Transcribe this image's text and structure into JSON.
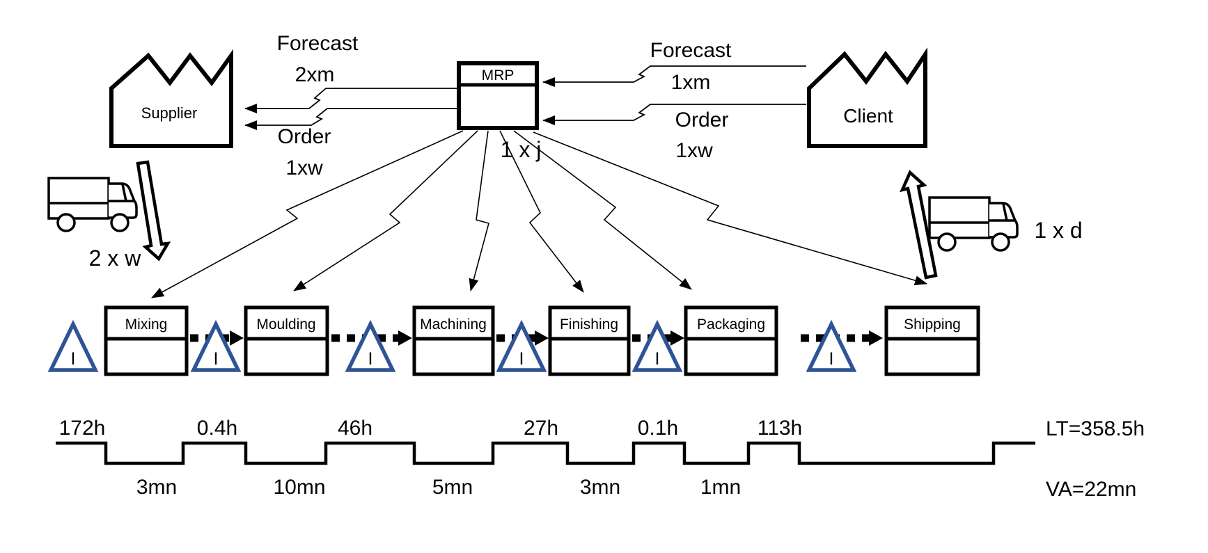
{
  "supplier": {
    "label": "Supplier"
  },
  "client": {
    "label": "Client"
  },
  "mrp": {
    "label": "MRP",
    "frequency": "1 x j"
  },
  "info": {
    "supplier_forecast_label": "Forecast",
    "supplier_forecast_freq": "2xm",
    "supplier_order_label": "Order",
    "supplier_order_freq": "1xw",
    "client_forecast_label": "Forecast",
    "client_forecast_freq": "1xm",
    "client_order_label": "Order",
    "client_order_freq": "1xw"
  },
  "transport": {
    "inbound_freq": "2 x w",
    "outbound_freq": "1 x d"
  },
  "processes": [
    {
      "name": "Mixing"
    },
    {
      "name": "Moulding"
    },
    {
      "name": "Machining"
    },
    {
      "name": "Finishing"
    },
    {
      "name": "Packaging"
    },
    {
      "name": "Shipping"
    }
  ],
  "inventory": {
    "symbol": "I"
  },
  "timeline": {
    "wait_times": [
      "172h",
      "0.4h",
      "46h",
      "27h",
      "0.1h",
      "113h"
    ],
    "process_times": [
      "3mn",
      "10mn",
      "5mn",
      "3mn",
      "1mn"
    ],
    "lead_time": "LT=358.5h",
    "value_added": "VA=22mn"
  },
  "colors": {
    "inventory_triangle": "#2F5496",
    "ink": "#000000",
    "background": "#ffffff"
  }
}
